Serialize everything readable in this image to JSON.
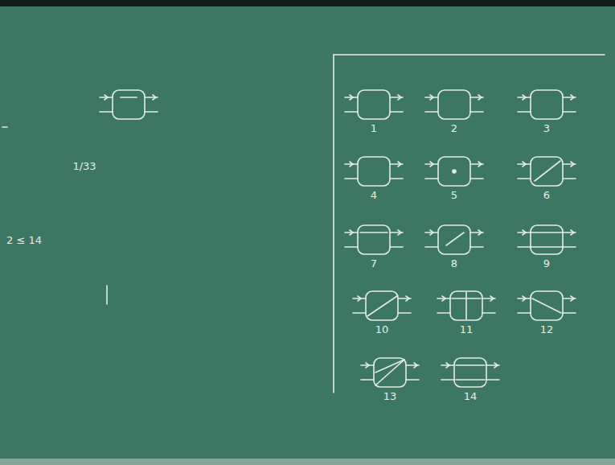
{
  "diagram": {
    "labels": [
      "1/33",
      "2 ≤ 14",
      "1",
      "2",
      "3",
      "4",
      "5",
      "6",
      "7",
      "8",
      "9",
      "10",
      "11",
      "12",
      "13",
      "14"
    ]
  }
}
